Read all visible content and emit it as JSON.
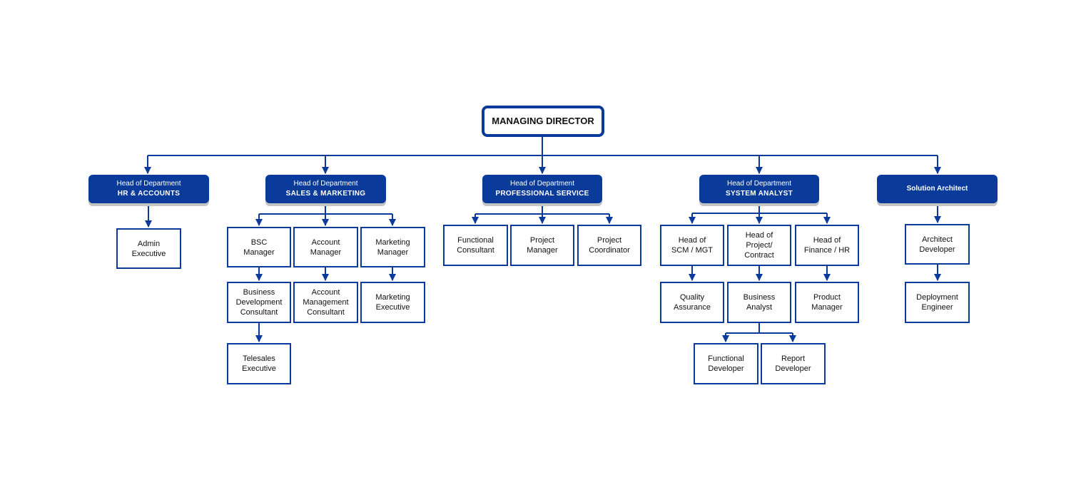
{
  "colors": {
    "primary": "#0a3a9a",
    "connector": "#0a3a9a",
    "head_text": "#ffffff",
    "role_text": "#111111",
    "shadow": "#c4c4c4"
  },
  "root": {
    "label": "MANAGING DIRECTOR"
  },
  "departments": [
    {
      "id": "hr",
      "line1": "Head of Department",
      "line2": "HR & ACCOUNTS",
      "groups": [
        {
          "chains": [
            [
              [
                "Admin",
                "Executive"
              ]
            ]
          ]
        }
      ]
    },
    {
      "id": "sales",
      "line1": "Head of Department",
      "line2": "SALES & MARKETING",
      "groups": [
        {
          "chains": [
            [
              [
                "BSC",
                "Manager"
              ],
              [
                "Business",
                "Development",
                "Consultant"
              ],
              [
                "Telesales",
                "Executive"
              ]
            ],
            [
              [
                "Account",
                "Manager"
              ],
              [
                "Account",
                "Management",
                "Consultant"
              ]
            ],
            [
              [
                "Marketing",
                "Manager"
              ],
              [
                "Marketing",
                "Executive"
              ]
            ]
          ]
        }
      ]
    },
    {
      "id": "professional",
      "line1": "Head of Department",
      "line2": "PROFESSIONAL SERVICE",
      "groups": [
        {
          "chains": [
            [
              [
                "Functional",
                "Consultant"
              ]
            ],
            [
              [
                "Project",
                "Manager"
              ]
            ],
            [
              [
                "Project",
                "Coordinator"
              ]
            ]
          ]
        }
      ]
    },
    {
      "id": "system",
      "line1": "Head of Department",
      "line2": "SYSTEM ANALYST",
      "groups": [
        {
          "chains": [
            [
              [
                "Head of",
                "SCM / MGT"
              ],
              [
                "Quality",
                "Assurance"
              ]
            ],
            [
              [
                "Head of",
                "Project/",
                "Contract"
              ],
              [
                "Business",
                "Analyst"
              ]
            ],
            [
              [
                "Head of",
                "Finance / HR"
              ],
              [
                "Product",
                "Manager"
              ]
            ]
          ]
        },
        {
          "parent": "Business Analyst",
          "chains": [
            [
              [
                "Functional",
                "Developer"
              ]
            ],
            [
              [
                "Report",
                "Developer"
              ]
            ]
          ]
        }
      ]
    },
    {
      "id": "solution",
      "line1": "Solution Architect",
      "line2": "",
      "groups": [
        {
          "chains": [
            [
              [
                "Architect",
                "Developer"
              ],
              [
                "Deployment",
                "Engineer"
              ]
            ]
          ]
        }
      ]
    }
  ]
}
